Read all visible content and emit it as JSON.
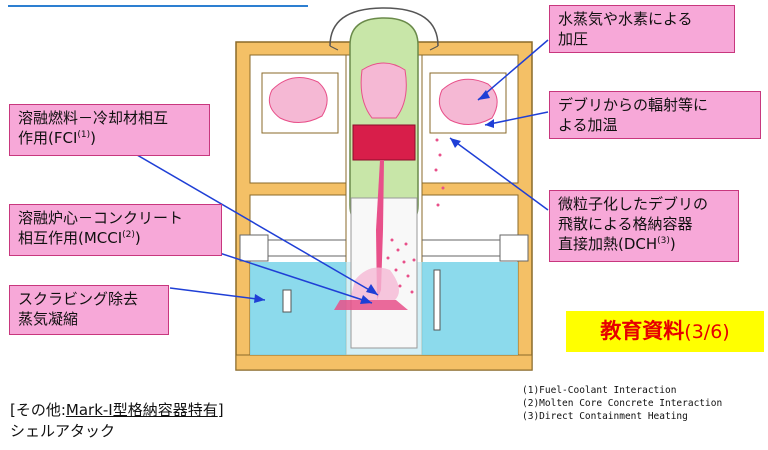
{
  "callouts": {
    "pressurization": {
      "line1": "水蒸気や水素による",
      "line2": "加圧"
    },
    "radiation_heating": {
      "line1": "デブリからの輻射等に",
      "line2": "よる加温"
    },
    "fci": {
      "line1": "溶融燃料－冷却材相互",
      "line2_prefix": "作用(FCI",
      "line2_sup": "(1)",
      "line2_suffix": ")"
    },
    "mcci": {
      "line1": "溶融炉心－コンクリート",
      "line2_prefix": "相互作用(MCCI",
      "line2_sup": "(2)",
      "line2_suffix": ")"
    },
    "dch": {
      "line1": "微粒子化したデブリの",
      "line2": "飛散による格納容器",
      "line3_prefix": "直接加熱(DCH",
      "line3_sup": "(3)",
      "line3_suffix": ")"
    },
    "scrubbing": {
      "line1": "スクラビング除去",
      "line2": "蒸気凝縮"
    }
  },
  "education_label": {
    "text": "教育資料",
    "number": "(3/6)"
  },
  "footnotes": [
    "(1)Fuel-Coolant Interaction",
    "(2)Molten Core Concrete Interaction",
    "(3)Direct Containment Heating"
  ],
  "other_note": {
    "bracket_open": "[その他:",
    "underlined": "Mark-I型格納容器特有",
    "bracket_close": "]",
    "line2": "シェルアタック"
  },
  "colors": {
    "callout_fill": "#f7a8d8",
    "callout_border": "#c8377e",
    "arrow": "#1f3fd6",
    "building": "#f4c066",
    "water": "#7fd6ea",
    "vessel": "#c8e6a8",
    "debris": "#e8508a",
    "highlight": "#ffff00",
    "highlight_text": "#e60000"
  }
}
